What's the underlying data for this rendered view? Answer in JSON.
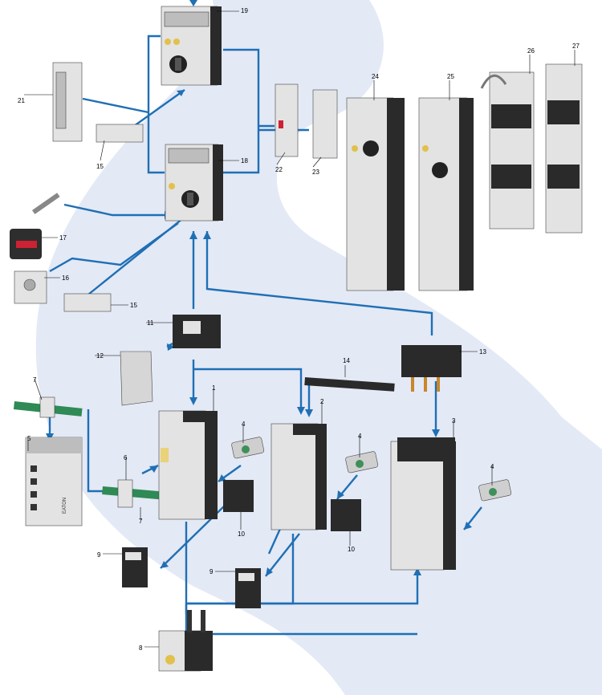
{
  "colors": {
    "connector": "#1f6fb5",
    "background_shape": "#e3e9f5",
    "leader": "#000000"
  },
  "labels": {
    "l1": "1",
    "l2": "2",
    "l3": "3",
    "l4a": "4",
    "l4b": "4",
    "l4c": "4",
    "l5": "5",
    "l6": "6",
    "l7a": "7",
    "l7b": "7",
    "l8": "8",
    "l9a": "9",
    "l9b": "9",
    "l10a": "10",
    "l10b": "10",
    "l11": "11",
    "l12": "12",
    "l13": "13",
    "l14": "14",
    "l15a": "15",
    "l15b": "15",
    "l16": "16",
    "l17": "17",
    "l18": "18",
    "l19": "19",
    "l21": "21",
    "l22": "22",
    "l23": "23",
    "l24": "24",
    "l25": "25",
    "l26": "26",
    "l27": "27"
  },
  "device_text": {
    "module_5_brand": "EATON"
  }
}
